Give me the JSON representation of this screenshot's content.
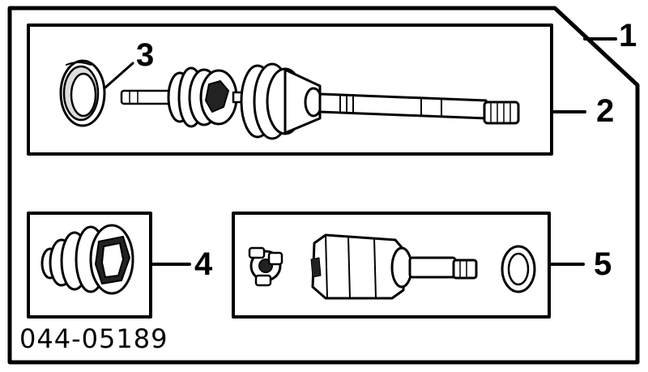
{
  "callouts": {
    "c1": "1",
    "c2": "2",
    "c3": "3",
    "c4": "4",
    "c5": "5"
  },
  "part_number": "044-05189"
}
